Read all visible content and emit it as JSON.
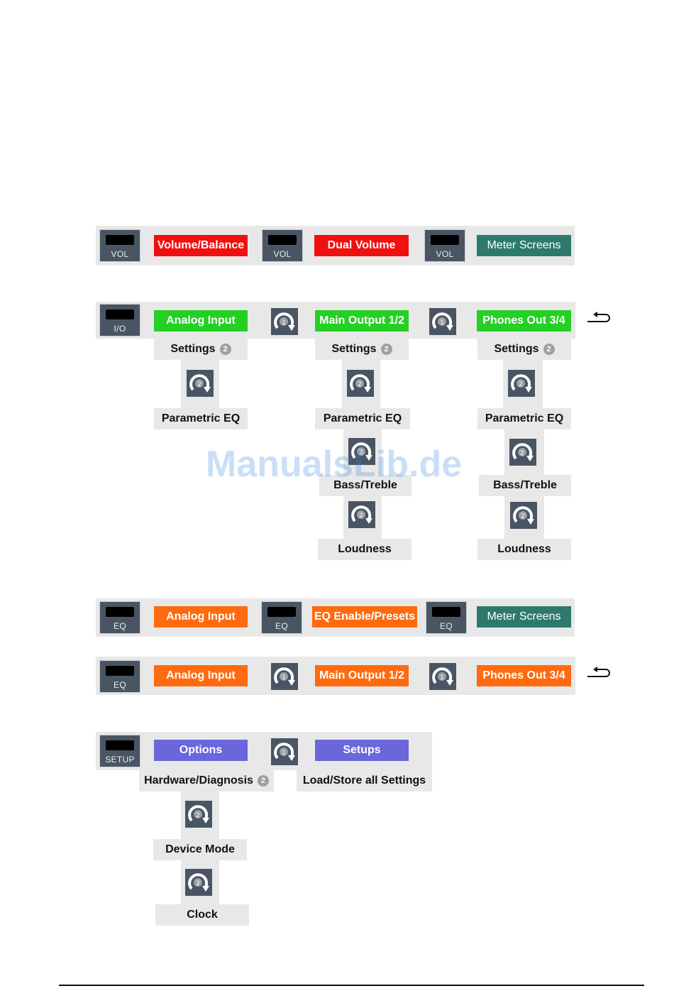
{
  "keys": {
    "vol": "VOL",
    "io": "I/O",
    "eq": "EQ",
    "setup": "SETUP"
  },
  "vol_row": {
    "item1": "Volume/Balance",
    "item2": "Dual Volume",
    "item3": "Meter Screens"
  },
  "io_row": {
    "item1": "Analog Input",
    "item2": "Main Output 1/2",
    "item3": "Phones Out 3/4",
    "settings": "Settings",
    "settings_num": "2",
    "parametric_eq": "Parametric EQ",
    "bass_treble": "Bass/Treble",
    "loudness": "Loudness"
  },
  "eq_row1": {
    "item1": "Analog Input",
    "item2": "EQ Enable/Presets",
    "item3": "Meter Screens"
  },
  "eq_row2": {
    "item1": "Analog Input",
    "item2": "Main Output 1/2",
    "item3": "Phones Out 3/4"
  },
  "setup_row": {
    "item1": "Options",
    "item2": "Setups",
    "sub1": "Hardware/Diagnosis",
    "sub1_num": "2",
    "sub2": "Load/Store all Settings",
    "device_mode": "Device Mode",
    "clock": "Clock"
  },
  "knob_numbers": {
    "one": "1",
    "two": "2"
  },
  "watermark": "ManualsLib.de",
  "colors": {
    "red": "#f01010",
    "green": "#23d023",
    "orange": "#ff6a0e",
    "teal": "#2d7a6d",
    "purple": "#6b66dc",
    "key": "#4a5563"
  }
}
